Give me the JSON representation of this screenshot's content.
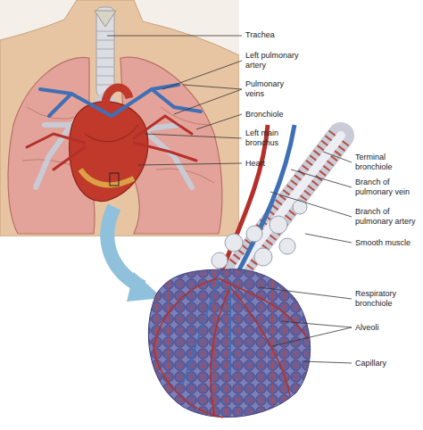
{
  "diagram": {
    "labels": [
      "Trachea",
      "Left pulmonary artery",
      "Pulmonary veins",
      "Bronchiole",
      "Left main bronchus",
      "Heart",
      "Terminal bronchiole",
      "Branch of pulmonary vein",
      "Branch of pulmonary artery",
      "Smooth muscle",
      "Respiratory bronchiole",
      "Alveoli",
      "Capillary"
    ]
  }
}
